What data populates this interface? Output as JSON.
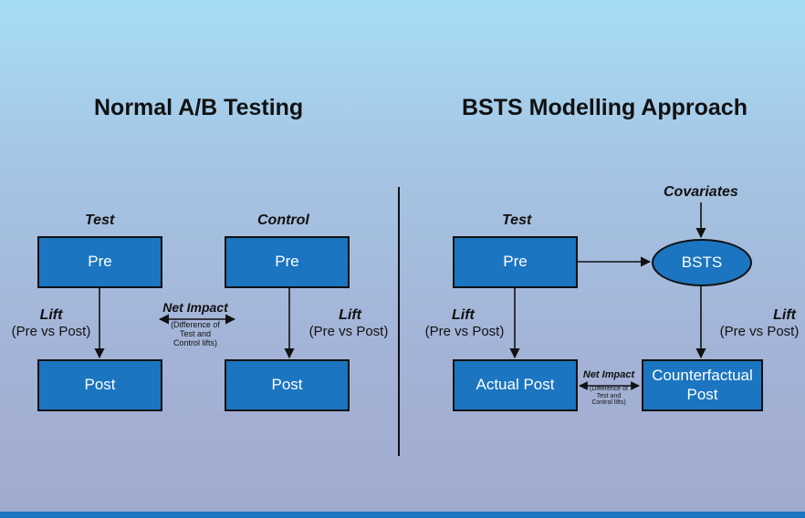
{
  "left": {
    "title": "Normal A/B Testing",
    "test_label": "Test",
    "control_label": "Control",
    "test_pre": "Pre",
    "test_post": "Post",
    "control_pre": "Pre",
    "control_post": "Post",
    "lift_left": {
      "title": "Lift",
      "subtitle": "(Pre vs Post)"
    },
    "lift_right": {
      "title": "Lift",
      "subtitle": "(Pre vs Post)"
    },
    "net_impact": {
      "title": "Net Impact",
      "line1": "(Difference of",
      "line2": "Test and",
      "line3": "Control lifts)"
    }
  },
  "right": {
    "title": "BSTS Modelling Approach",
    "test_label": "Test",
    "covariates_label": "Covariates",
    "pre": "Pre",
    "bsts": "BSTS",
    "actual_post": "Actual Post",
    "counterfactual_line1": "Counterfactual",
    "counterfactual_line2": "Post",
    "lift_left": {
      "title": "Lift",
      "subtitle": "(Pre vs Post)"
    },
    "lift_right": {
      "title": "Lift",
      "subtitle": "(Pre vs Post)"
    },
    "net_impact": {
      "title": "Net Impact",
      "line1": "(Difference of",
      "line2": "Test and",
      "line3": "Control lifts)"
    }
  },
  "colors": {
    "box_fill": "#1b75c0",
    "bar": "#1b75c0"
  }
}
